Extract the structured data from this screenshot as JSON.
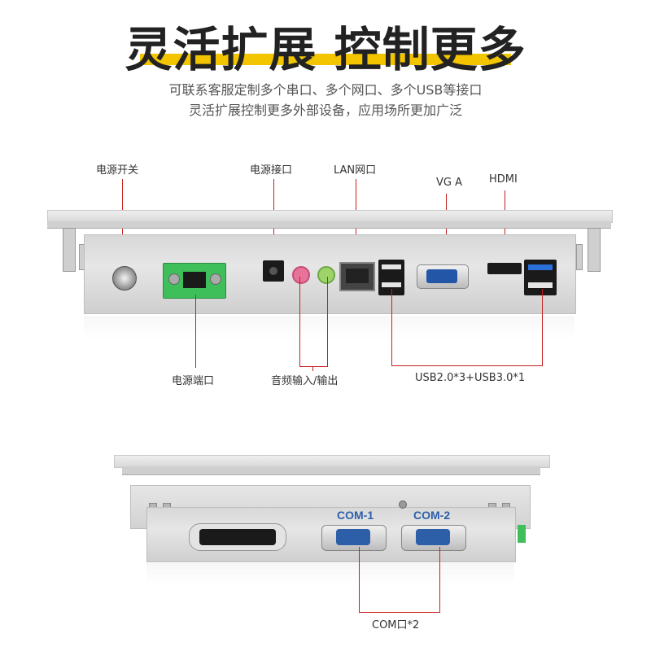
{
  "header": {
    "title": "灵活扩展 控制更多",
    "subtitle_line1": "可联系客服定制多个串口、多个网口、多个USB等接口",
    "subtitle_line2": "灵活扩展控制更多外部设备，应用场所更加广泛"
  },
  "top_panel": {
    "labels": {
      "power_switch": "电源开关",
      "power_jack": "电源接口",
      "lan": "LAN网口",
      "vga": "VG A",
      "hdmi": "HDMI",
      "power_terminal": "电源端口",
      "audio": "音频输入/输出",
      "usb": "USB2.0*3+USB3.0*1"
    }
  },
  "bottom_panel": {
    "com1": "COM-1",
    "com2": "COM-2",
    "com_label": "COM口*2"
  },
  "colors": {
    "accent_yellow": "#f2c500",
    "callout_red": "#c81e1e",
    "terminal_green": "#3fbf5a",
    "db9_blue": "#2d5fa8"
  }
}
